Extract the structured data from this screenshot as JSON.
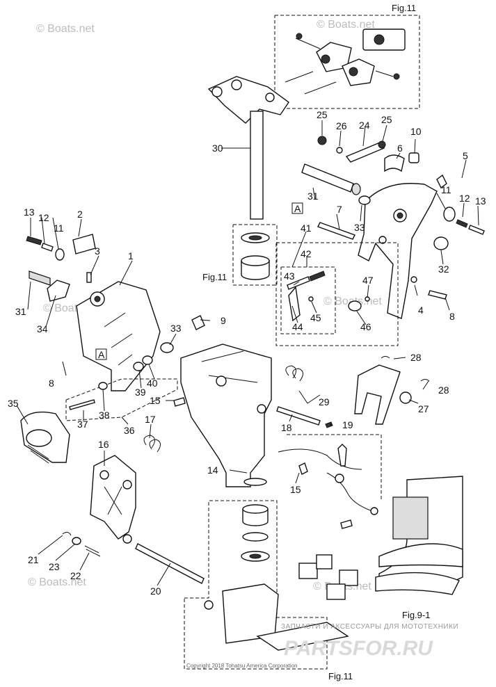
{
  "watermark": "© Boats.net",
  "figure_refs": {
    "top": "Fig.11",
    "middle": "Fig.11",
    "bottom": "Fig.11",
    "right": "Fig.9-1"
  },
  "copyright": "Copyright 2018 Tohatsu America Corporation",
  "brand_banner": {
    "tagline": "ЗАПЧАСТИ И АКСЕССУАРЫ ДЛЯ МОТОТЕХНИКИ",
    "name": "PARTSFOR.RU"
  },
  "section_marks": [
    "A",
    "A",
    "A"
  ],
  "part_numbers": [
    "1",
    "2",
    "3",
    "4",
    "5",
    "6",
    "7",
    "8",
    "8",
    "9",
    "10",
    "11",
    "11",
    "12",
    "12",
    "13",
    "13",
    "14",
    "15",
    "15",
    "16",
    "17",
    "18",
    "19",
    "20",
    "21",
    "22",
    "23",
    "24",
    "25",
    "25",
    "26",
    "27",
    "28",
    "28",
    "29",
    "30",
    "31",
    "31",
    "32",
    "33",
    "33",
    "34",
    "35",
    "36",
    "37",
    "38",
    "39",
    "40",
    "41",
    "42",
    "43",
    "44",
    "45",
    "46",
    "47"
  ]
}
